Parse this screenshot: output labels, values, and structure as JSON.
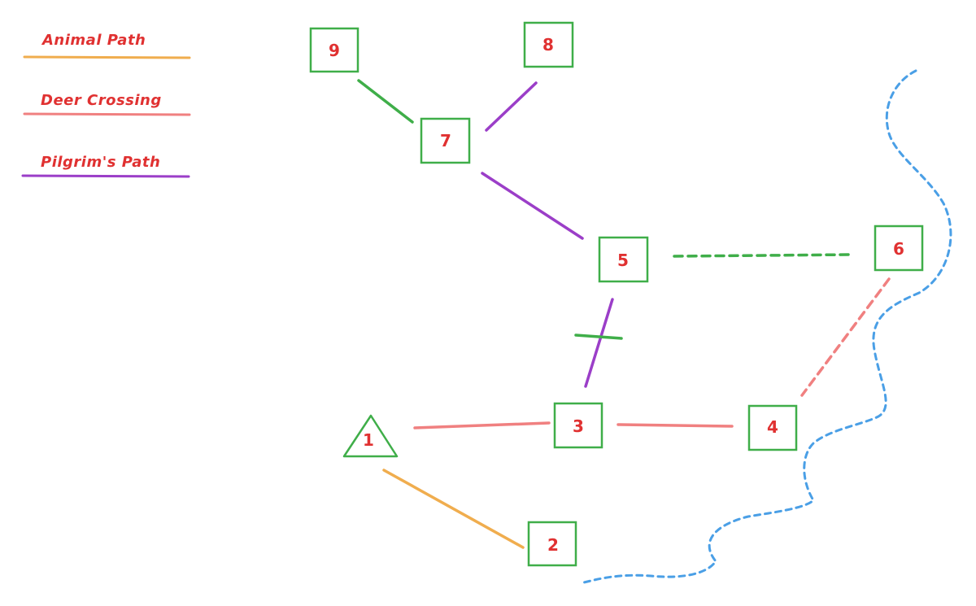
{
  "colors": {
    "node": "#3fae49",
    "label": "#e03131",
    "animal_path": "#f0ad4e",
    "deer_crossing": "#f08080",
    "pilgrims_path": "#9b3ec8",
    "green_path": "#3fae49",
    "river": "#4a9fe6"
  },
  "legend": [
    {
      "label": "Animal Path",
      "type": "animal_path"
    },
    {
      "label": "Deer Crossing",
      "type": "deer_crossing"
    },
    {
      "label": "Pilgrim's Path",
      "type": "pilgrims_path"
    }
  ],
  "nodes": [
    {
      "id": "1",
      "label": "1",
      "shape": "triangle"
    },
    {
      "id": "2",
      "label": "2",
      "shape": "square"
    },
    {
      "id": "3",
      "label": "3",
      "shape": "square"
    },
    {
      "id": "4",
      "label": "4",
      "shape": "square"
    },
    {
      "id": "5",
      "label": "5",
      "shape": "square"
    },
    {
      "id": "6",
      "label": "6",
      "shape": "square"
    },
    {
      "id": "7",
      "label": "7",
      "shape": "square"
    },
    {
      "id": "8",
      "label": "8",
      "shape": "square"
    },
    {
      "id": "9",
      "label": "9",
      "shape": "square"
    }
  ],
  "edges": [
    {
      "from": "9",
      "to": "7",
      "type": "green_path",
      "style": "solid"
    },
    {
      "from": "8",
      "to": "7",
      "type": "pilgrims_path",
      "style": "solid"
    },
    {
      "from": "7",
      "to": "5",
      "type": "pilgrims_path",
      "style": "solid"
    },
    {
      "from": "5",
      "to": "6",
      "type": "green_path",
      "style": "dashed"
    },
    {
      "from": "5",
      "to": "3",
      "type": "pilgrims_path",
      "style": "solid",
      "crossed": true
    },
    {
      "from": "6",
      "to": "4",
      "type": "deer_crossing",
      "style": "dashed"
    },
    {
      "from": "1",
      "to": "3",
      "type": "deer_crossing",
      "style": "solid"
    },
    {
      "from": "3",
      "to": "4",
      "type": "deer_crossing",
      "style": "solid"
    },
    {
      "from": "1",
      "to": "2",
      "type": "animal_path",
      "style": "solid"
    }
  ],
  "river": {
    "style": "dotted"
  }
}
